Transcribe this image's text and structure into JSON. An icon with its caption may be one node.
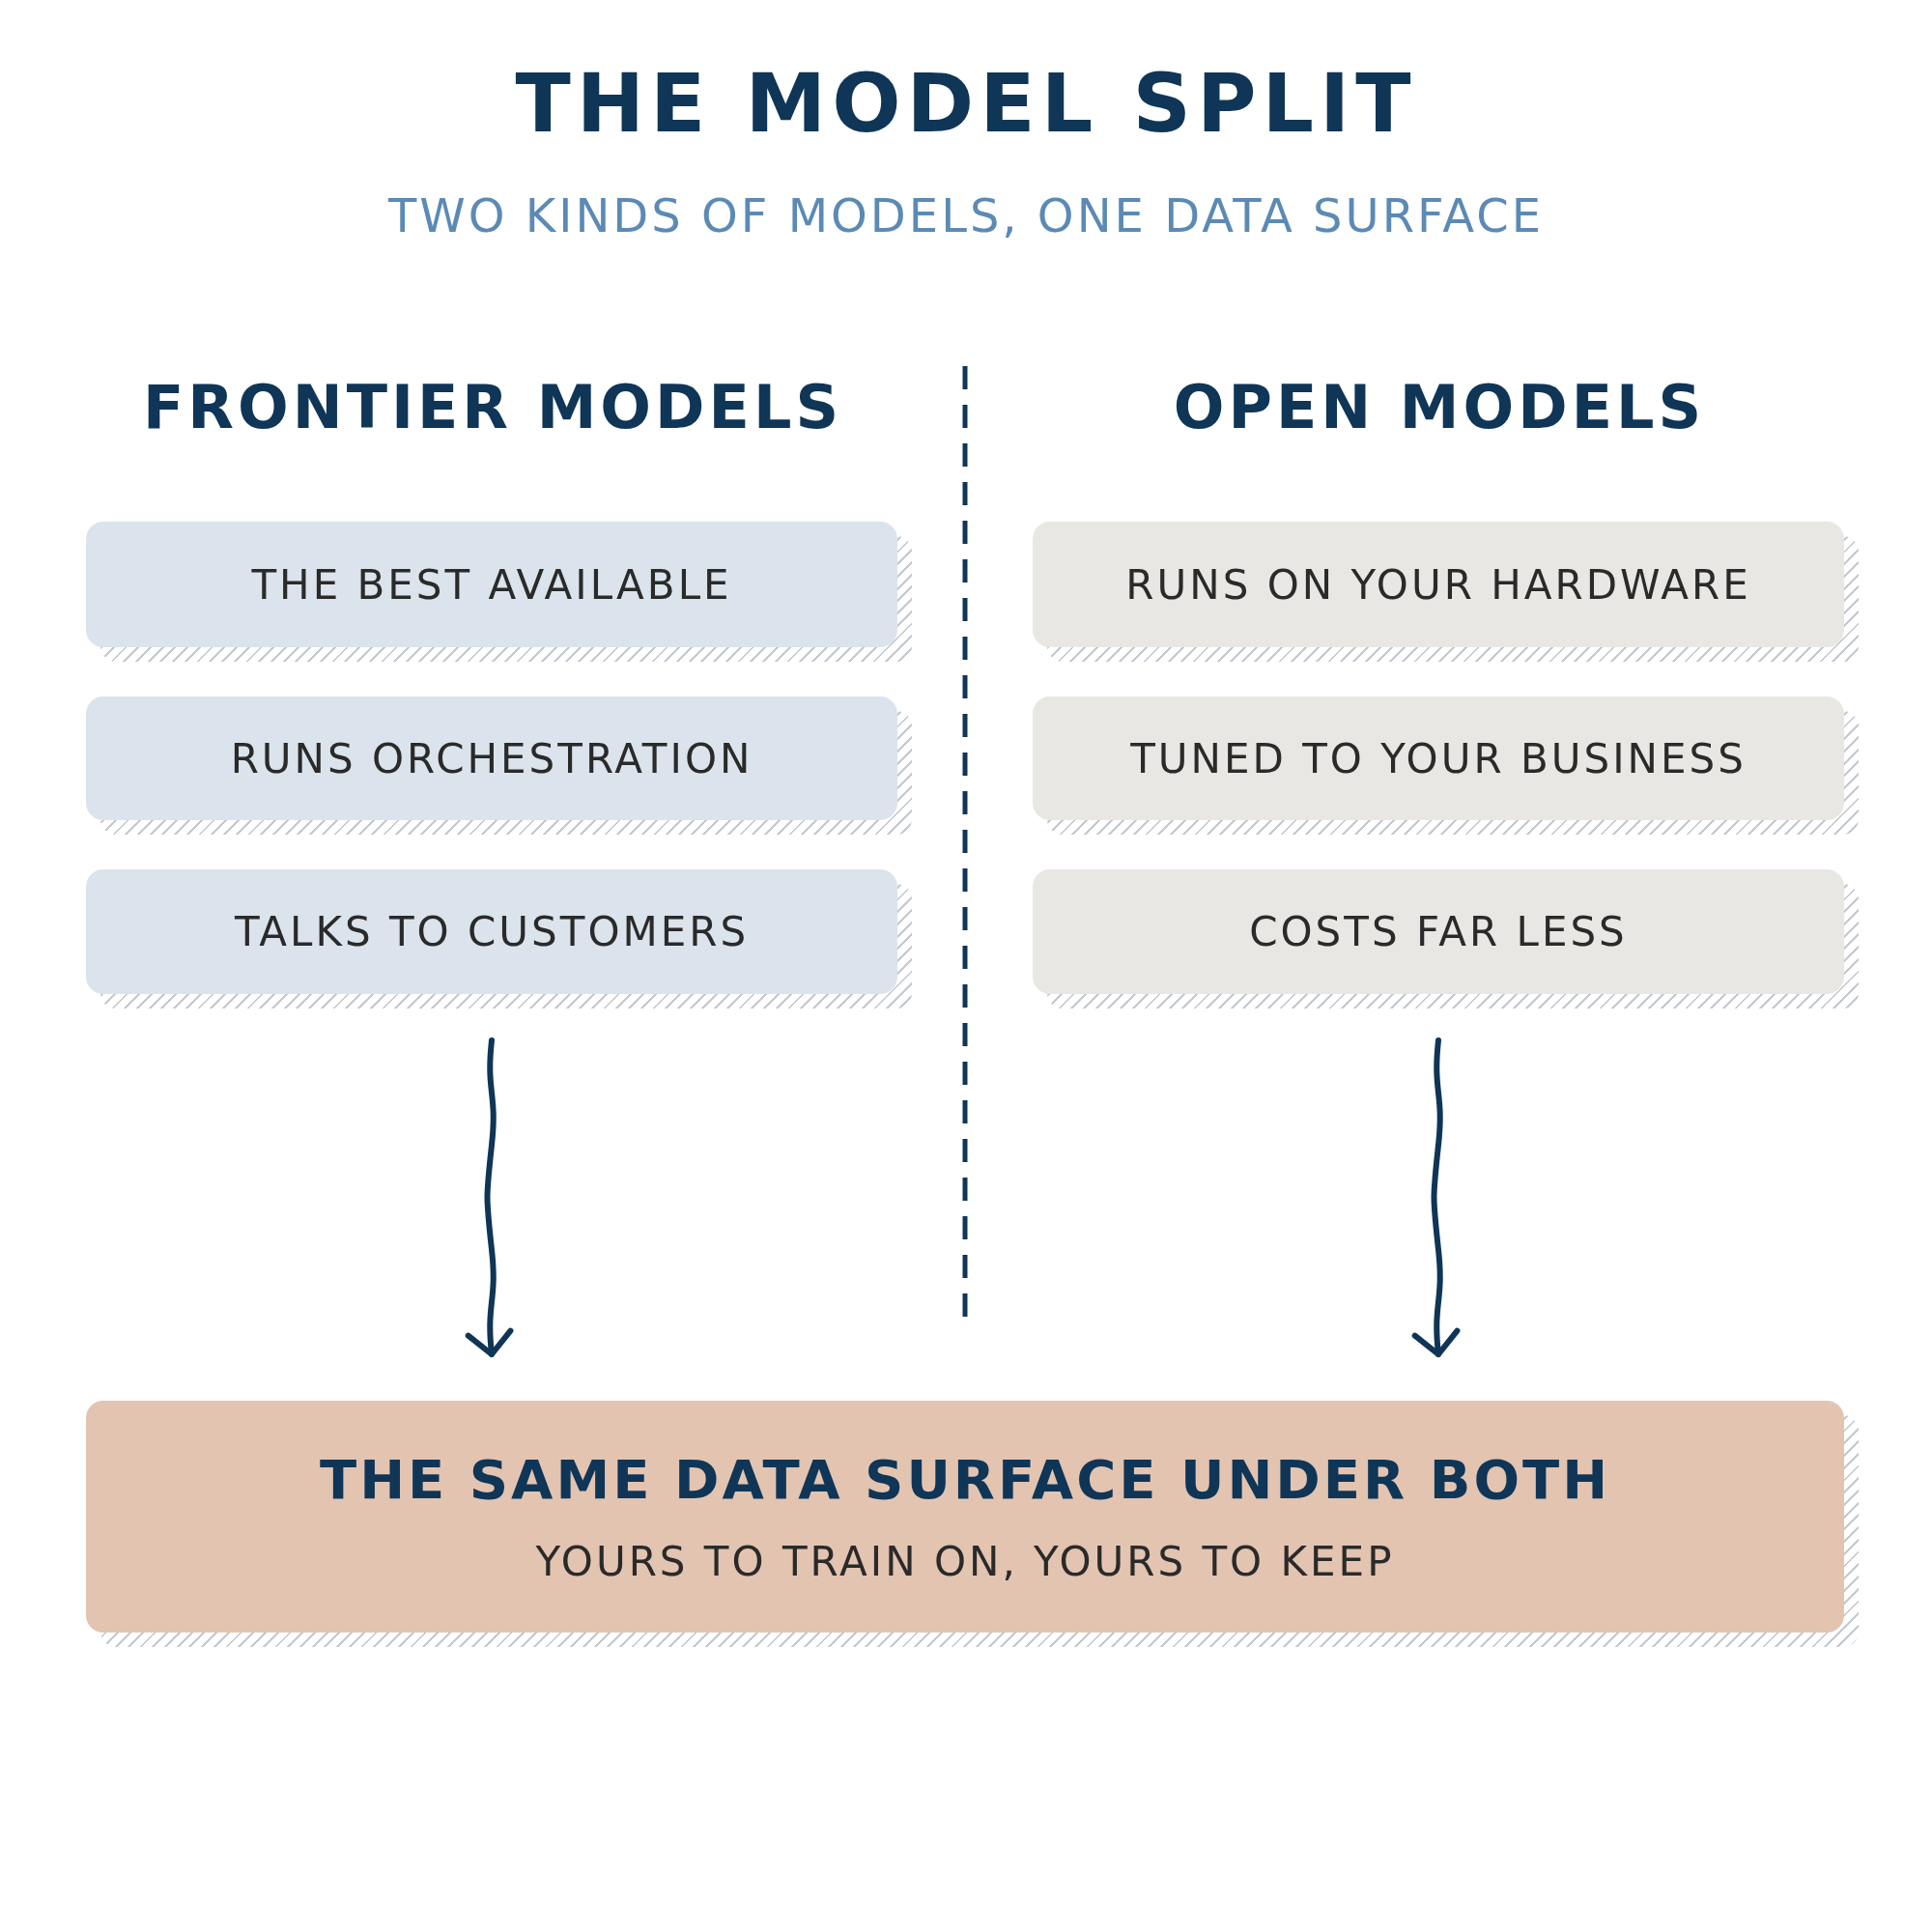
{
  "diagram": {
    "title": "THE MODEL SPLIT",
    "nodes": [
      {
        "text": [
          "THE BEST AVAILABLE"
        ]
      },
      {
        "text": [
          "RUNS ORCHESTRATION"
        ]
      },
      {
        "text": [
          "TALKS TO CUSTOMERS"
        ]
      },
      {
        "text": [
          "RUNS ON YOUR HARDWARE"
        ]
      },
      {
        "text": [
          "TUNED TO YOUR BUSINESS"
        ]
      },
      {
        "text": [
          "COSTS FAR LESS"
        ]
      },
      {
        "text": [
          "THE SAME DATA SURFACE UNDER BOTH",
          "YOURS TO TRAIN ON, YOURS TO KEEP"
        ]
      }
    ],
    "edges": [
      {
        "from": 2,
        "to": 6,
        "arrow": "to"
      },
      {
        "from": 5,
        "to": 6,
        "arrow": "to"
      }
    ],
    "labels": [
      "TWO KINDS OF MODELS, ONE DATA SURFACE",
      "FRONTIER MODELS",
      "OPEN MODELS"
    ]
  }
}
